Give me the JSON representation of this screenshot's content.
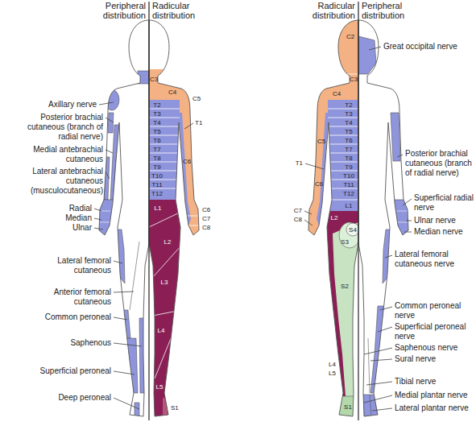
{
  "diagram": {
    "labels": [
      "Peripheral distribution",
      "Radicular distribution",
      "C3",
      "C4",
      "C5",
      "T2",
      "T3",
      "T4",
      "T5",
      "T6",
      "T7",
      "T8",
      "T9",
      "T10",
      "T11",
      "T12",
      "T1",
      "C6",
      "C6",
      "C7",
      "C8",
      "L1",
      "L2",
      "L3",
      "L4",
      "L5",
      "S1",
      "Axillary nerve",
      "Posterior brachial cutaneous (branch of radial nerve)",
      "Medial antebrachial cutaneous",
      "Lateral antebrachial cutaneous (musculocutaneous)",
      "Radial",
      "Median",
      "Ulnar",
      "Lateral femoral cutaneous",
      "Anterior femoral cutaneous",
      "Common peroneal",
      "Saphenous",
      "Superficial peroneal",
      "Deep peroneal",
      "Radicular distribution",
      "Peripheral distribution",
      "Great occipital nerve",
      "C2",
      "C3",
      "C4",
      "C5",
      "T1",
      "C6",
      "C7",
      "C8",
      "T2",
      "T3",
      "T4",
      "T5",
      "T6",
      "T7",
      "T8",
      "T9",
      "T10",
      "T11",
      "T12",
      "L1",
      "L2",
      "S3",
      "S4",
      "S2",
      "L4",
      "L5",
      "S1",
      "Posterior brachial cutaneous (branch of radial nerve)",
      "Superficial radial nerve",
      "Ulnar nerve",
      "Median nerve",
      "Lateral femoral cutaneous nerve",
      "Common peroneal nerve",
      "Superficial peroneal nerve",
      "Saphenous nerve",
      "Sural nerve",
      "Tibial nerve",
      "Medial plantar nerve",
      "Lateral plantar nerve"
    ]
  }
}
